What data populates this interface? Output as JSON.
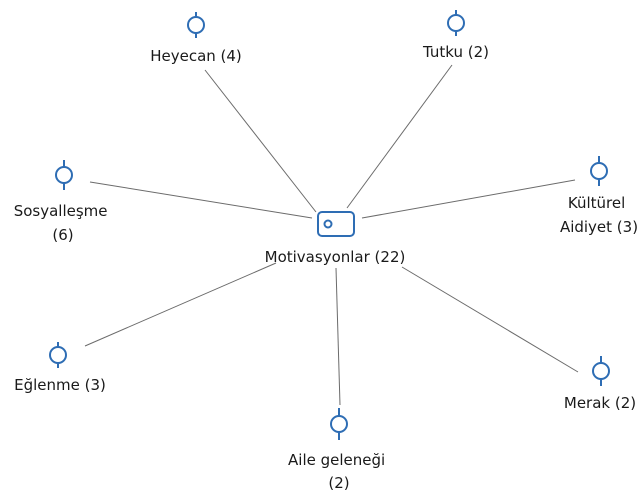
{
  "colors": {
    "icon": "#2e6db4",
    "edge": "#6b6b6b",
    "text": "#1a1a1a",
    "background": "#ffffff"
  },
  "center": {
    "label": "Motivasyonlar (22)",
    "icon": "tag-icon"
  },
  "nodes": [
    {
      "id": "heyecan",
      "lines": [
        "Heyecan (4)"
      ],
      "icon": "code-node-icon"
    },
    {
      "id": "tutku",
      "lines": [
        "Tutku (2)"
      ],
      "icon": "code-node-icon"
    },
    {
      "id": "sosyallesme",
      "lines": [
        "Sosyalleşme",
        "(6)"
      ],
      "icon": "code-node-icon"
    },
    {
      "id": "kulturel-aidiyet",
      "lines": [
        "Kültürel",
        "Aidiyet (3)"
      ],
      "icon": "code-node-icon"
    },
    {
      "id": "eglenme",
      "lines": [
        "Eğlenme (3)"
      ],
      "icon": "code-node-icon"
    },
    {
      "id": "merak",
      "lines": [
        "Merak (2)"
      ],
      "icon": "code-node-icon"
    },
    {
      "id": "aile-gelenegi",
      "lines": [
        "Aile geleneği",
        "(2)"
      ],
      "icon": "code-node-icon"
    }
  ]
}
